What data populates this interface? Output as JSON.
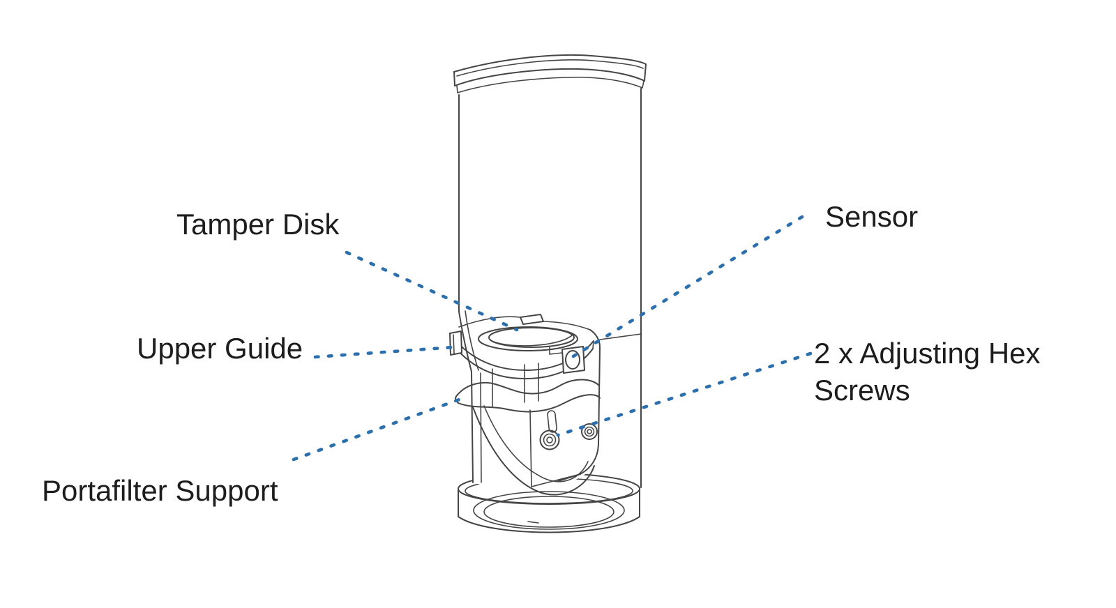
{
  "diagram": {
    "type": "annotated-technical-illustration",
    "subject": "automatic-tamper-device-cutaway",
    "labels": [
      {
        "id": "tamper-disk",
        "text": "Tamper Disk"
      },
      {
        "id": "upper-guide",
        "text": "Upper Guide"
      },
      {
        "id": "portafilter-support",
        "text": "Portafilter Support"
      },
      {
        "id": "sensor",
        "text": "Sensor"
      },
      {
        "id": "adjusting-screws",
        "text": "2 x Adjusting Hex\nScrews"
      }
    ],
    "colors": {
      "background": "#ffffff",
      "drawing_line": "#454545",
      "leader_line": "#2b6fad",
      "label_text": "#1d1d1d"
    }
  }
}
